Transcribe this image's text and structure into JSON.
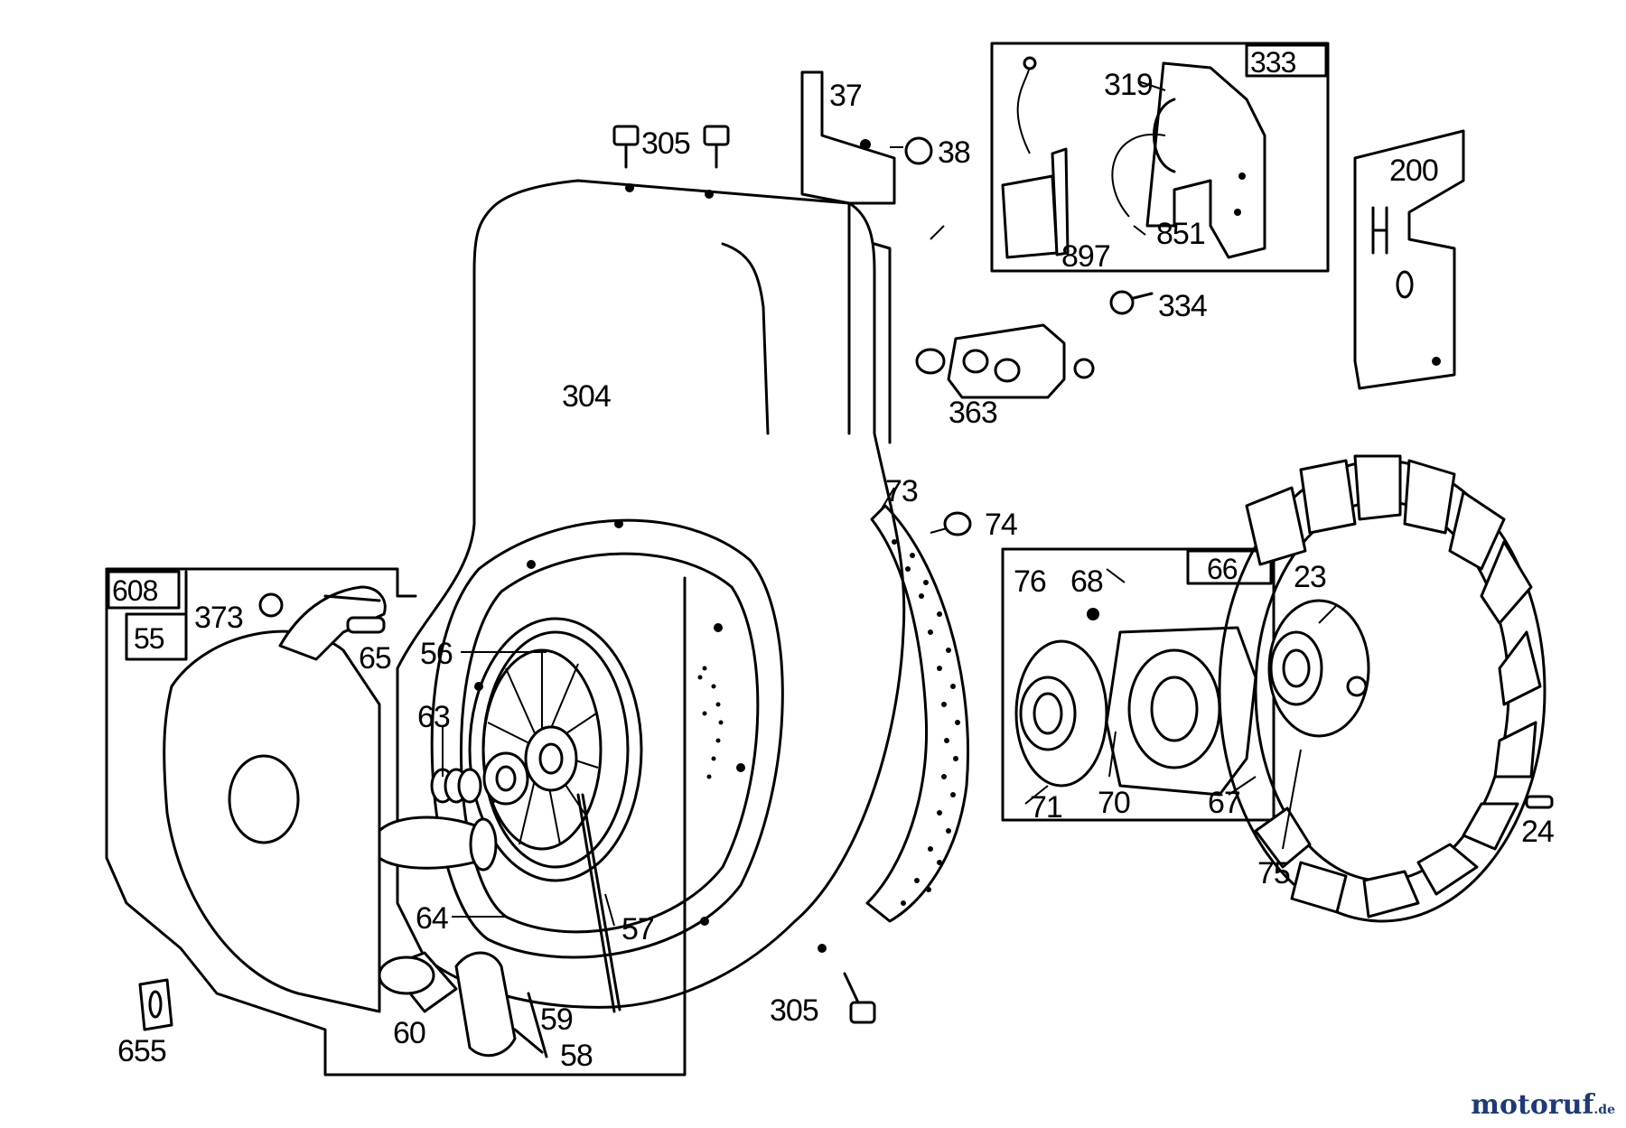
{
  "callouts": {
    "p37": "37",
    "p305a": "305",
    "p38": "38",
    "p333": "333",
    "p319": "319",
    "p851": "851",
    "p897": "897",
    "p200": "200",
    "p334": "334",
    "p363": "363",
    "p304": "304",
    "p73": "73",
    "p74": "74",
    "p608": "608",
    "p55": "55",
    "p373": "373",
    "p65": "65",
    "p56": "56",
    "p63": "63",
    "p66": "66",
    "p76": "76",
    "p68": "68",
    "p23": "23",
    "p71": "71",
    "p70": "70",
    "p67": "67",
    "p75": "75",
    "p24": "24",
    "p64": "64",
    "p57": "57",
    "p305b": "305",
    "p655": "655",
    "p60": "60",
    "p59": "59",
    "p58": "58"
  },
  "watermark": {
    "brand": "motoruf",
    "tld": ".de",
    "brand_colors": [
      "#1e3a7a",
      "#d23a2a"
    ]
  }
}
